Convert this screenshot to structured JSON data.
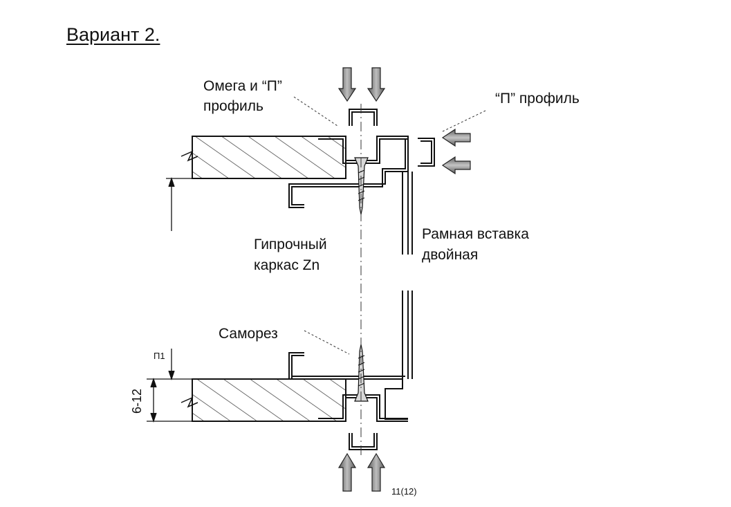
{
  "title": "Вариант 2.",
  "labels": {
    "omega_line1": "Омега и “П”",
    "omega_line2": "профиль",
    "p_profile": "“П” профиль",
    "gypsum_line1": "Гипрочный",
    "gypsum_line2": "каркас Zn",
    "frame_line1": "Рамная вставка",
    "frame_line2": "двойная",
    "screw": "Саморез"
  },
  "dimensions": {
    "top_small": "П1",
    "thickness": "6-12"
  },
  "page_number": "11(12)",
  "colors": {
    "line": "#111111",
    "arrow_fill": "#8a8a8a",
    "hatch": "#333333"
  }
}
